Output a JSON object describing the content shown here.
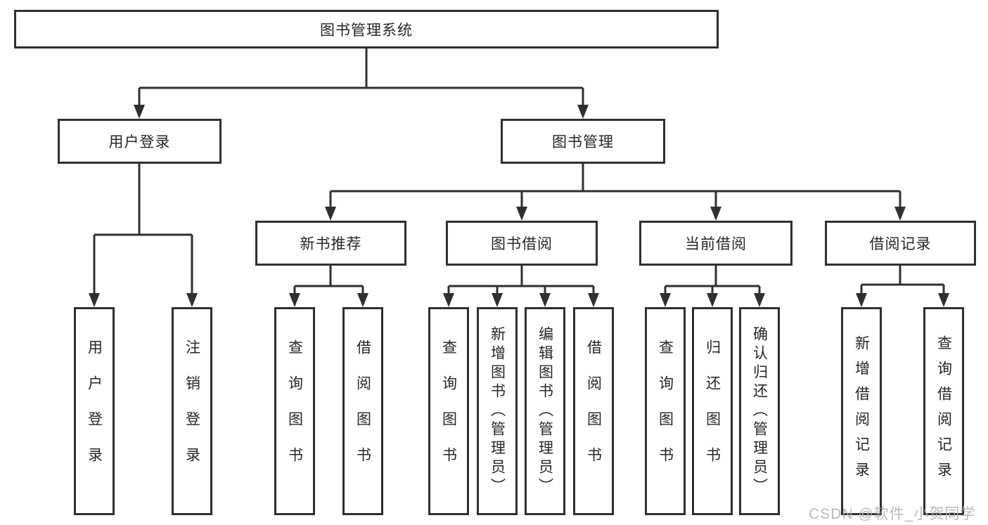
{
  "nodes": {
    "root": "图书管理系统",
    "user_login": "用户登录",
    "book_mgmt": "图书管理",
    "new_book": "新书推荐",
    "book_borrow": "图书借阅",
    "current_borrow": "当前借阅",
    "borrow_record": "借阅记录"
  },
  "leaves": {
    "user_login": [
      "用户登录",
      "注销登录"
    ],
    "new_book": [
      "查询图书",
      "借阅图书"
    ],
    "book_borrow": [
      "查询图书",
      "新增图书（管理员）",
      "编辑图书（管理员）",
      "借阅图书"
    ],
    "current_borrow": [
      "查询图书",
      "归还图书",
      "确认归还（管理员）"
    ],
    "borrow_record": [
      "新增借阅记录",
      "查询借阅记录"
    ]
  },
  "watermark": "CSDN @软件_小贺同学",
  "colors": {
    "line": "#2f2f2f",
    "text": "#262626",
    "background": "#ffffff",
    "watermark": "#b2b2b2"
  }
}
